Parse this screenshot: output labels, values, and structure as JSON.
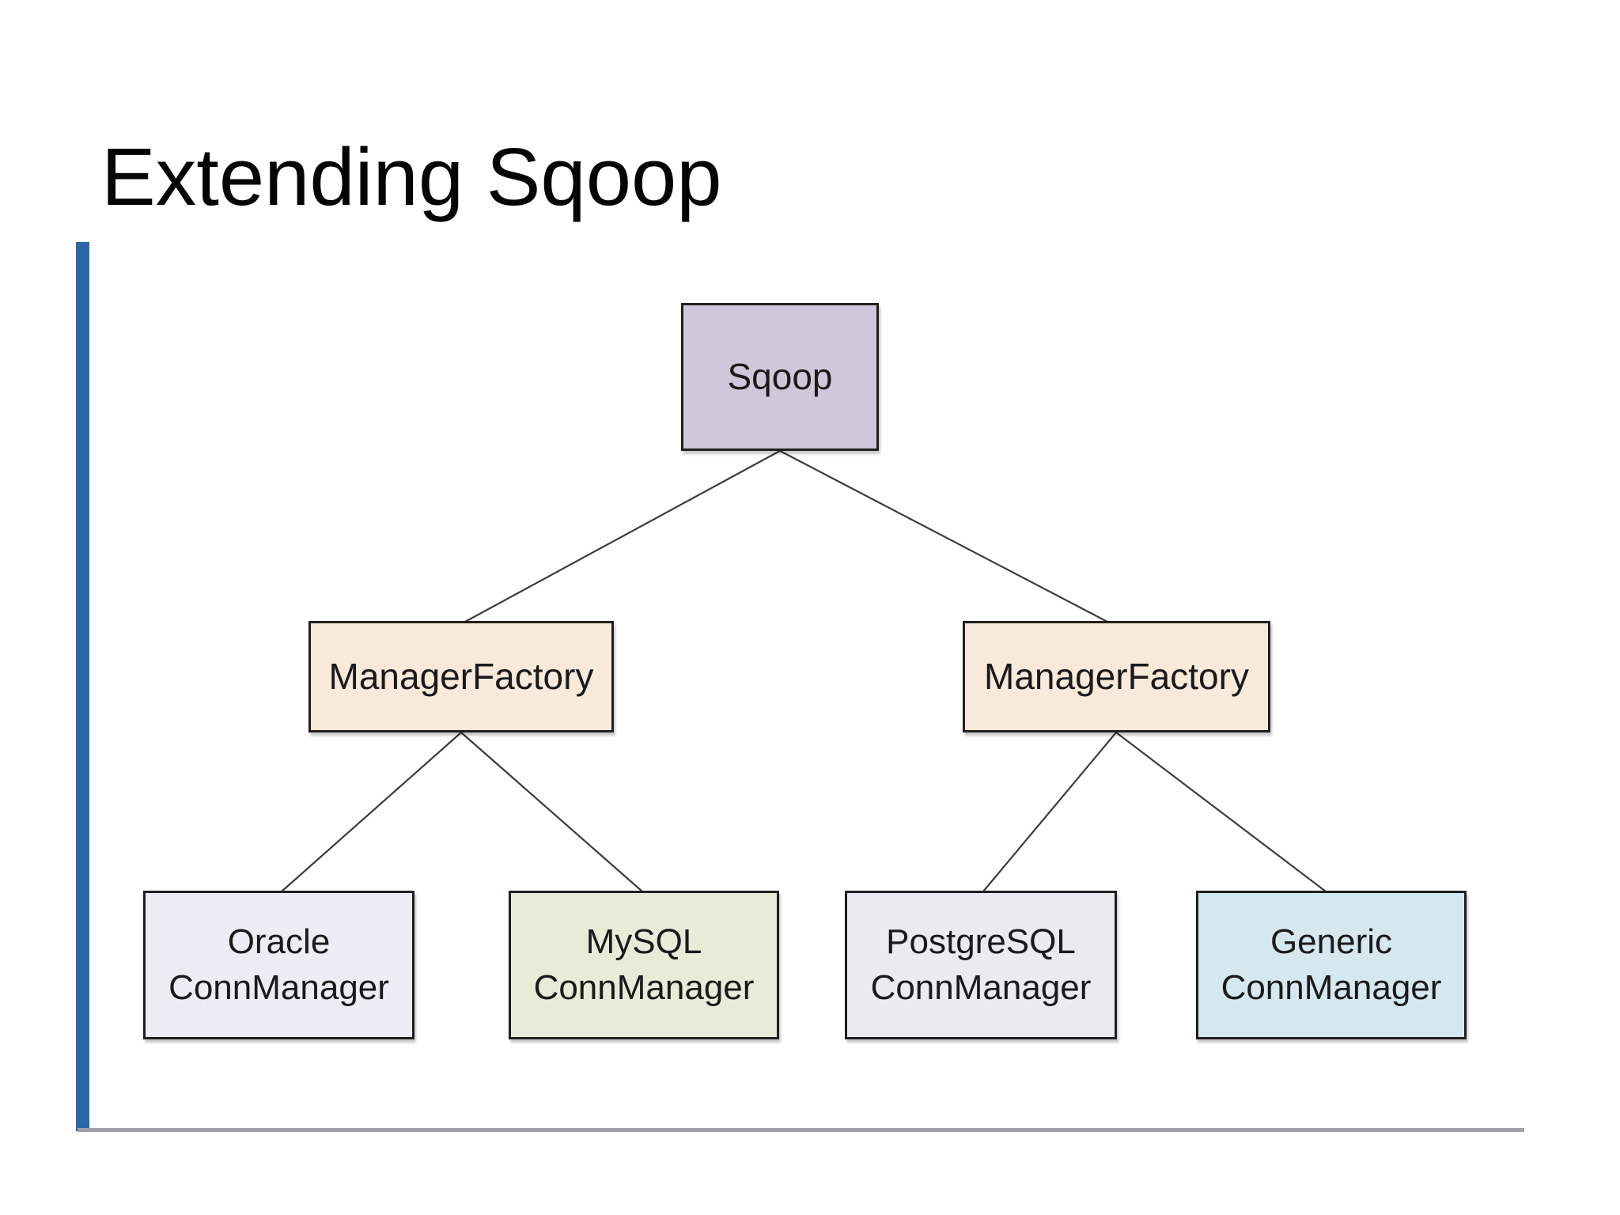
{
  "slide": {
    "title": "Extending Sqoop"
  },
  "colors": {
    "background": "#ffffff",
    "accent_bar": "#2c66a4",
    "footer_rule": "#a19fa6",
    "node_border": "#1f1f1f",
    "connector_line": "#3c3c3c",
    "sqoop_fill": "#cec8db",
    "manager_factory_fill": "#f9e9da",
    "oracle_fill": "#ebedf4",
    "mysql_fill": "#e8ebd7",
    "postgresql_fill": "#eaeaef",
    "generic_fill": "#d5e8ef"
  },
  "diagram": {
    "root": {
      "label": "Sqoop"
    },
    "factories": [
      {
        "label": "ManagerFactory"
      },
      {
        "label": "ManagerFactory"
      }
    ],
    "managers": [
      {
        "line1": "Oracle",
        "line2": "ConnManager"
      },
      {
        "line1": "MySQL",
        "line2": "ConnManager"
      },
      {
        "line1": "PostgreSQL",
        "line2": "ConnManager"
      },
      {
        "line1": "Generic",
        "line2": "ConnManager"
      }
    ],
    "edges": [
      {
        "from": "sqoop",
        "to": "manager-factory-left"
      },
      {
        "from": "sqoop",
        "to": "manager-factory-right"
      },
      {
        "from": "manager-factory-left",
        "to": "oracle-connmanager"
      },
      {
        "from": "manager-factory-left",
        "to": "mysql-connmanager"
      },
      {
        "from": "manager-factory-right",
        "to": "postgresql-connmanager"
      },
      {
        "from": "manager-factory-right",
        "to": "generic-connmanager"
      }
    ]
  }
}
